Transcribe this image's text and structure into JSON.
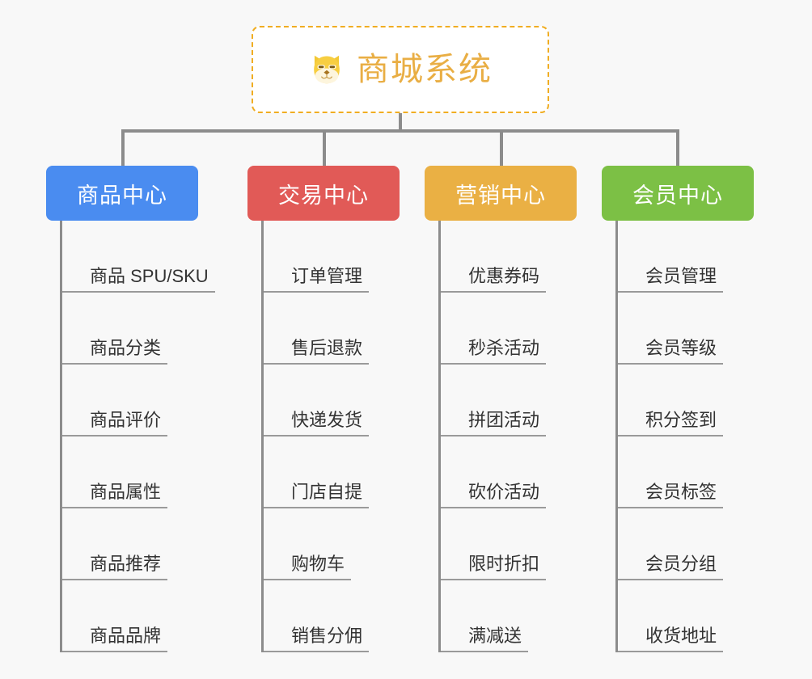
{
  "page": {
    "background_color": "#f8f8f8",
    "connector_color": "#8c8c8c",
    "leaf_line_color": "#9a9a9a",
    "leaf_text_color": "#333333"
  },
  "root": {
    "title": "商城系统",
    "icon": "shiba-dog-face-icon",
    "text_color": "#e9ae44",
    "border_color": "#f0ad22",
    "background_color": "#ffffff"
  },
  "columns": [
    {
      "header": "商品中心",
      "color": "#4a8cf0",
      "items": [
        "商品 SPU/SKU",
        "商品分类",
        "商品评价",
        "商品属性",
        "商品推荐",
        "商品品牌"
      ]
    },
    {
      "header": "交易中心",
      "color": "#e15a57",
      "items": [
        "订单管理",
        "售后退款",
        "快递发货",
        "门店自提",
        "购物车",
        "销售分佣"
      ]
    },
    {
      "header": "营销中心",
      "color": "#eab044",
      "items": [
        "优惠券码",
        "秒杀活动",
        "拼团活动",
        "砍价活动",
        "限时折扣",
        "满减送"
      ]
    },
    {
      "header": "会员中心",
      "color": "#7cc045",
      "items": [
        "会员管理",
        "会员等级",
        "积分签到",
        "会员标签",
        "会员分组",
        "收货地址"
      ]
    }
  ]
}
